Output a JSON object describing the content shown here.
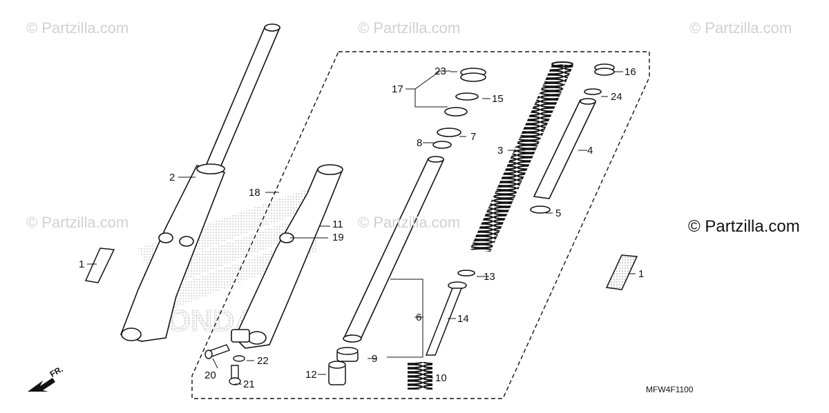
{
  "watermark": {
    "text": "© Partzilla.com",
    "text_main": "© Partzilla.com"
  },
  "diagram_code": "MFW4F1100",
  "front_indicator": "FR.",
  "callouts": {
    "c1a": "1",
    "c1b": "1",
    "c2": "2",
    "c3": "3",
    "c4": "4",
    "c5": "5",
    "c6": "6",
    "c7": "7",
    "c8": "8",
    "c9": "9",
    "c10": "10",
    "c11": "11",
    "c12": "12",
    "c13": "13",
    "c14": "14",
    "c15": "15",
    "c16": "16",
    "c17": "17",
    "c18": "18",
    "c19": "19",
    "c20": "20",
    "c21": "21",
    "c22": "22",
    "c23": "23",
    "c24": "24"
  },
  "colors": {
    "line": "#111111",
    "watermark": "#d0d0d0",
    "hatch": "#9a9a9a"
  }
}
